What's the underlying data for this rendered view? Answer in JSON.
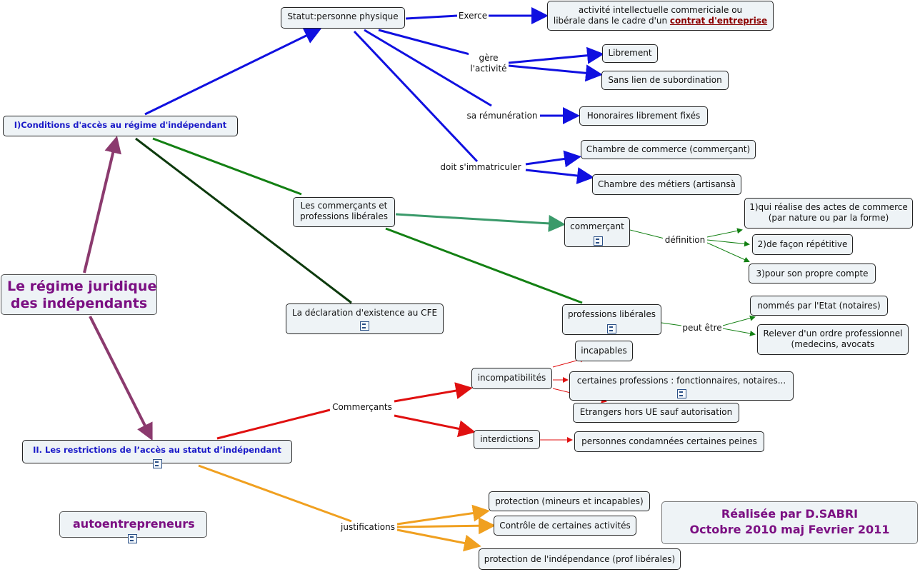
{
  "root": {
    "line1": "Le régime juridique",
    "line2": "des indépendants"
  },
  "section1": "I)Conditions d'accès au régime d'indépendant",
  "section2": "II. Les restrictions de l’accès au statut d’indépendant",
  "autoentrepreneurs": "autoentrepreneurs",
  "statut": "Statut:personne physique",
  "exerce": "Exerce",
  "activite": {
    "line1": "activité intellectuelle commericiale ou",
    "line2a": "libérale dans le cadre d'un ",
    "link": "contrat d'entreprise"
  },
  "gere": {
    "line1": "gère",
    "line2": "l'activité"
  },
  "librement": "Librement",
  "sans_lien": "Sans lien de subordination",
  "remuneration": "sa rémunération",
  "honoraires": "Honoraires librement fixés",
  "immatriculer": "doit s'immatriculer",
  "chambre_commerce": "Chambre de commerce (commerçant)",
  "chambre_metiers": "Chambre des métiers (artisansà",
  "commercants_prof": {
    "line1": "Les commerçants et",
    "line2": "professions libérales"
  },
  "commercant": "commerçant",
  "definition": "définition",
  "def1": {
    "line1": "1)qui réalise des actes de commerce",
    "line2": "(par nature ou par la forme)"
  },
  "def2": "2)de façon répétitive",
  "def3": "3)pour son propre compte",
  "declaration": "La déclaration d'existence au CFE",
  "professions_liberales": "professions libérales",
  "peut_etre": "peut être",
  "nommes": "nommés par l'Etat (notaires)",
  "relever": {
    "line1": "Relever d'un ordre professionnel",
    "line2": "(medecins, avocats"
  },
  "commercants2": "Commerçants",
  "incompatibilites": "incompatibilités",
  "incapables": "incapables",
  "certaines_professions": "certaines professions : fonctionnaires, notaires...",
  "etrangers": "Etrangers hors UE sauf autorisation",
  "interdictions": "interdictions",
  "condamnees": "personnes condamnées  certaines peines",
  "justifications": "justifications",
  "protection_mineurs": "protection (mineurs et incapables)",
  "controle": "Contrôle de certaines activités",
  "protection_indep": "protection de l'indépendance (prof libérales)",
  "credit": {
    "line1": "Réalisée par D.SABRI",
    "line2": "Octobre 2010 maj Fevrier 2011"
  },
  "colors": {
    "blue": "#1010e0",
    "green": "#138013",
    "darkgreen": "#0d3a0d",
    "tealgreen": "#3a9a6a",
    "red": "#e01010",
    "orange": "#f0a020",
    "purple": "#8b3a6e"
  },
  "icons": [
    "note-icon"
  ]
}
